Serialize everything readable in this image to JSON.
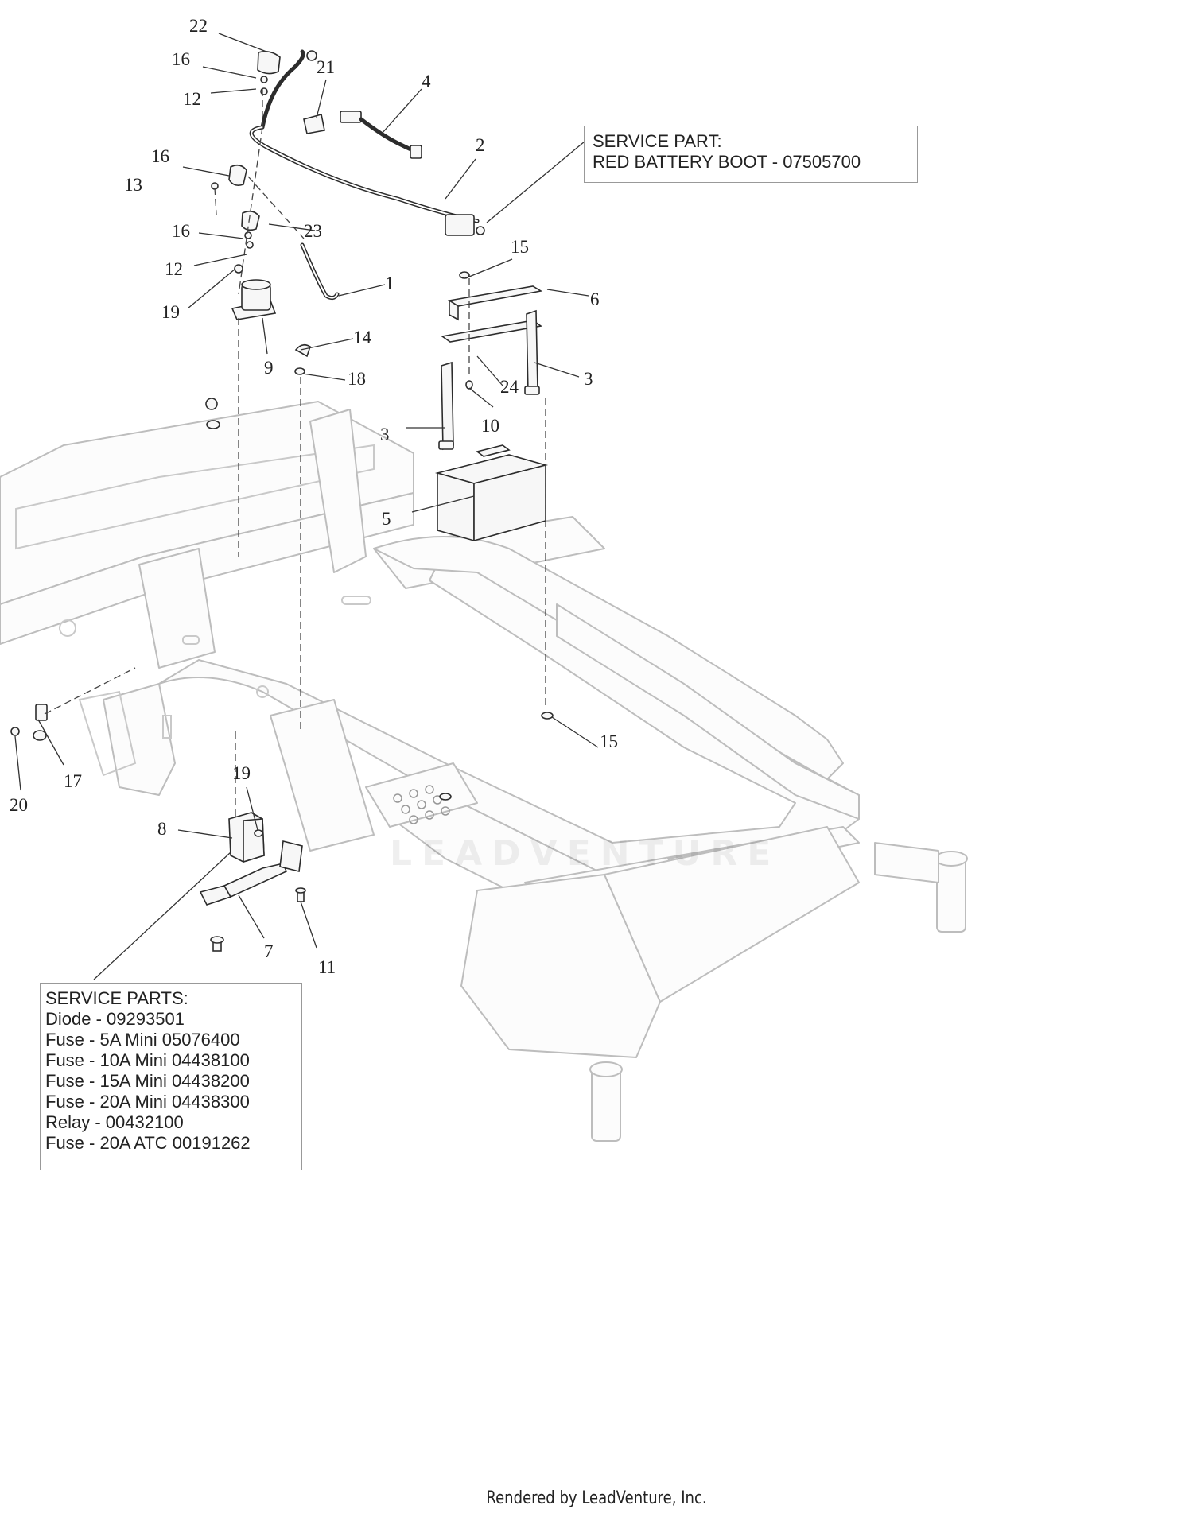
{
  "service_part_box": {
    "line1": "SERVICE PART:",
    "line2": "RED BATTERY BOOT - 07505700"
  },
  "service_parts_list": {
    "title": "SERVICE PARTS:",
    "items": [
      "Diode - 09293501",
      "Fuse - 5A Mini 05076400",
      "Fuse - 10A Mini 04438100",
      "Fuse - 15A Mini 04438200",
      "Fuse - 20A Mini 04438300",
      "Relay - 00432100",
      "Fuse - 20A ATC 00191262"
    ]
  },
  "callouts": {
    "c1": "1",
    "c2": "2",
    "c3a": "3",
    "c3b": "3",
    "c4": "4",
    "c5": "5",
    "c6": "6",
    "c7": "7",
    "c8": "8",
    "c9": "9",
    "c10": "10",
    "c11": "11",
    "c12a": "12",
    "c12b": "12",
    "c13": "13",
    "c14": "14",
    "c15a": "15",
    "c15b": "15",
    "c16a": "16",
    "c16b": "16",
    "c16c": "16",
    "c17": "17",
    "c18": "18",
    "c19a": "19",
    "c19b": "19",
    "c20": "20",
    "c21": "21",
    "c22": "22",
    "c23": "23",
    "c24": "24"
  },
  "watermark": "LEADVENTURE",
  "footer": "Rendered by LeadVenture, Inc."
}
